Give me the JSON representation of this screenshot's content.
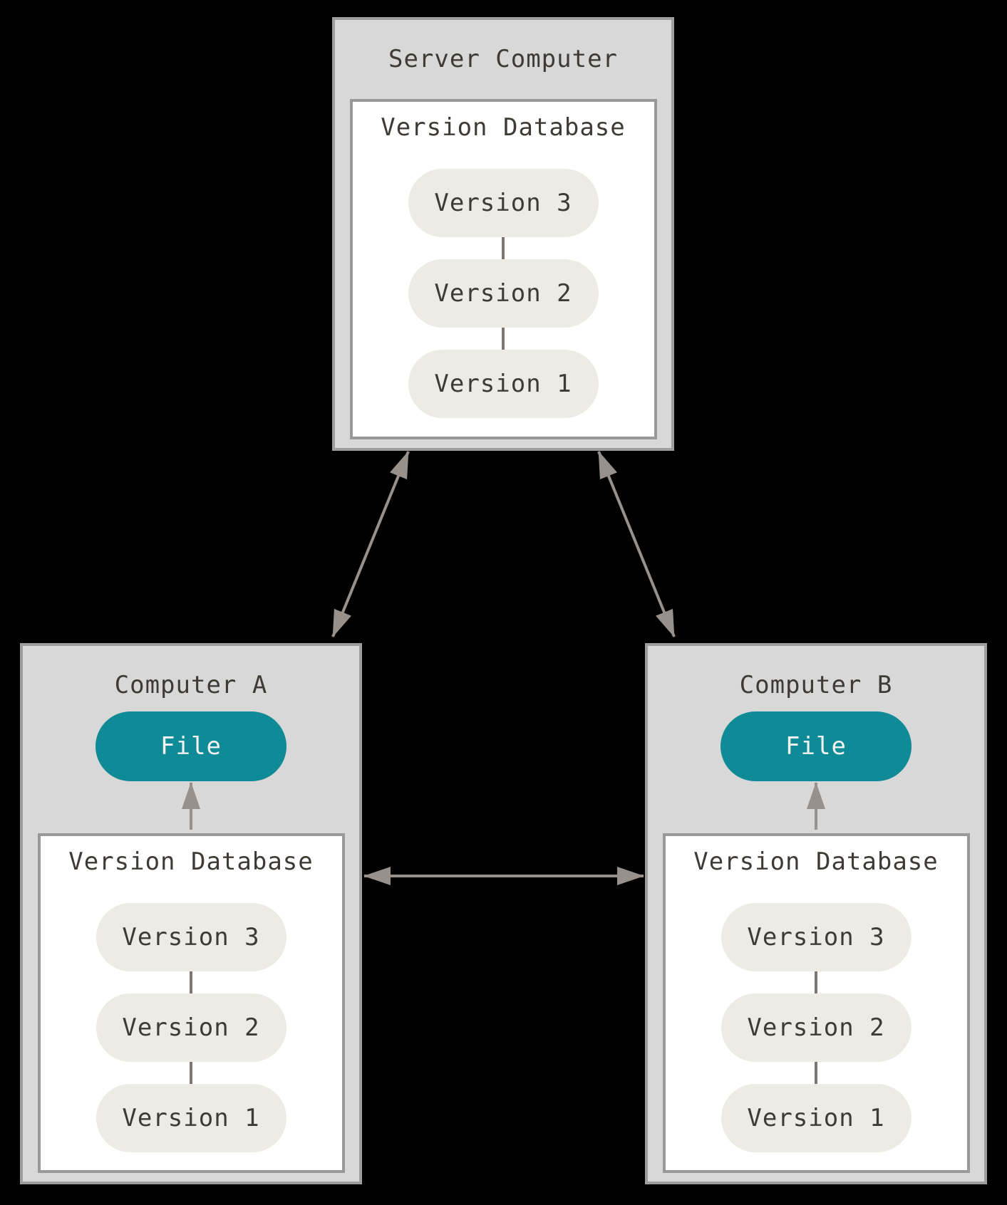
{
  "colors": {
    "background": "#000000",
    "box_fill": "#d8d8d8",
    "box_border": "#9e9e9e",
    "inner_fill": "#ffffff",
    "inner_border": "#999999",
    "pill_fill": "#edece4",
    "pill_text": "#3e3a35",
    "file_fill": "#0e8b96",
    "file_text": "#f2f2f2",
    "arrow": "#98908a",
    "connector": "#7d7772",
    "title_text": "#3e3a35"
  },
  "server": {
    "title": "Server Computer",
    "database": {
      "title": "Version Database",
      "versions": [
        "Version 3",
        "Version 2",
        "Version 1"
      ]
    }
  },
  "computer_a": {
    "title": "Computer A",
    "file_label": "File",
    "database": {
      "title": "Version Database",
      "versions": [
        "Version 3",
        "Version 2",
        "Version 1"
      ]
    }
  },
  "computer_b": {
    "title": "Computer B",
    "file_label": "File",
    "database": {
      "title": "Version Database",
      "versions": [
        "Version 3",
        "Version 2",
        "Version 1"
      ]
    }
  }
}
